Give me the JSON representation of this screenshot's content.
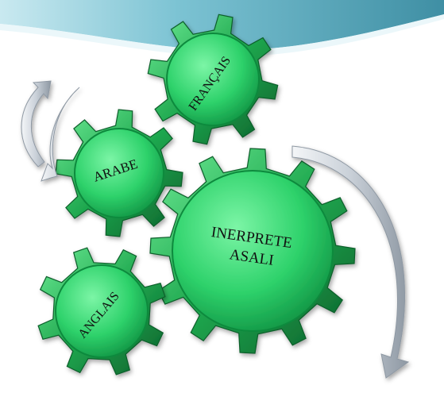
{
  "gears": {
    "francais": "FRANÇAIS",
    "arabe": "ARABE",
    "interprete_line1": "INERPRETE",
    "interprete_line2": "ASALI",
    "anglais": "ANGLAIS"
  },
  "colors": {
    "gear_light": "#5CEB8E",
    "gear_mid": "#22C35E",
    "gear_dark": "#0B7A35",
    "teeth": "#1FA84F",
    "arrow_light": "#F2F4F6",
    "arrow_dark": "#A2ACB6",
    "banner_dark": "#3F8FA4",
    "banner_light": "#C9E9F0"
  }
}
